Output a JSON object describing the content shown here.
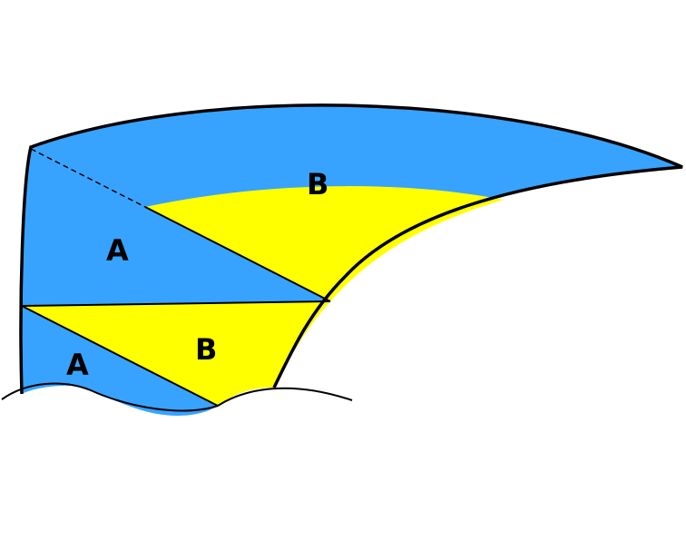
{
  "diagram": {
    "labels": {
      "upper_a": "A",
      "upper_b": "B",
      "lower_a": "A",
      "lower_b": "B"
    },
    "colors": {
      "region_a": "#38A3FF",
      "region_b": "#FFFF00",
      "outline": "#000000",
      "background": "#FFFFFF"
    }
  }
}
